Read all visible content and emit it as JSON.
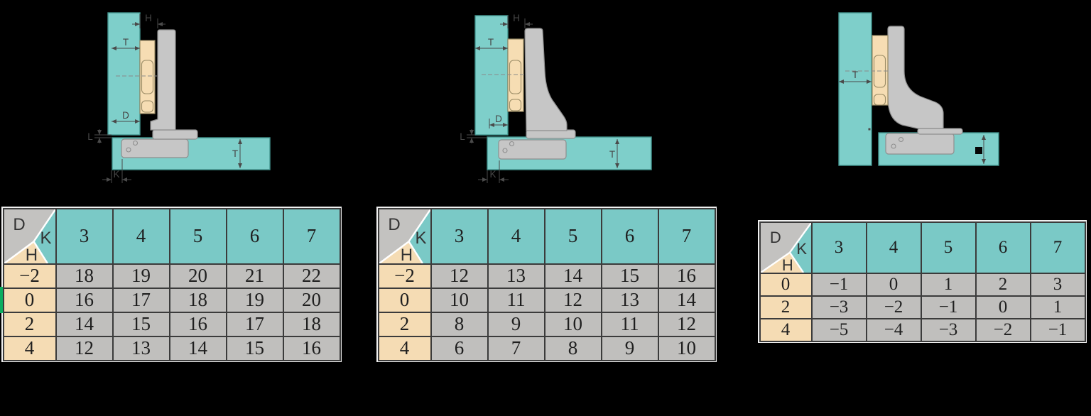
{
  "colors": {
    "background": "#000000",
    "panel_teal": "#7ECFCA",
    "panel_outline": "#43948F",
    "table_teal": "#7AC9C6",
    "table_tan": "#F5DCB4",
    "cell_gray": "#C0BFBD",
    "corner_gray": "#C3C2C0",
    "wood_tan": "#F6DDB3",
    "wood_outline": "#9A8C66",
    "hinge_gray": "#C6C6C6",
    "hinge_outline": "#8E8E8E",
    "dim_line": "#4A4A4A",
    "label_text": "#474747",
    "table_text": "#1F1F1F",
    "grid_border": "#3B3B3B",
    "table_outer": "#F0F0F0",
    "green_marker": "#0BAE60"
  },
  "diagrams": [
    {
      "name": "full-overlay-hinge-section",
      "labels": {
        "h": "H",
        "t_door": "T",
        "d": "D",
        "l": "L",
        "k": "K",
        "t_panel": "T"
      }
    },
    {
      "name": "half-overlay-hinge-section",
      "labels": {
        "h": "H",
        "t_door": "T",
        "d": "D",
        "l": "L",
        "k": "K",
        "t_panel": "T"
      }
    },
    {
      "name": "inset-hinge-section",
      "labels": {
        "t_door": "T"
      }
    }
  ],
  "green_marker": {
    "row_label": "0",
    "color": "#0BAE60"
  },
  "tables": [
    {
      "corner": {
        "d": "D",
        "k": "K",
        "h": "H"
      },
      "columns": [
        "3",
        "4",
        "5",
        "6",
        "7"
      ],
      "rows": [
        {
          "h": "−2",
          "values": [
            "18",
            "19",
            "20",
            "21",
            "22"
          ]
        },
        {
          "h": "0",
          "values": [
            "16",
            "17",
            "18",
            "19",
            "20"
          ]
        },
        {
          "h": "2",
          "values": [
            "14",
            "15",
            "16",
            "17",
            "18"
          ]
        },
        {
          "h": "4",
          "values": [
            "12",
            "13",
            "14",
            "15",
            "16"
          ]
        }
      ]
    },
    {
      "corner": {
        "d": "D",
        "k": "K",
        "h": "H"
      },
      "columns": [
        "3",
        "4",
        "5",
        "6",
        "7"
      ],
      "rows": [
        {
          "h": "−2",
          "values": [
            "12",
            "13",
            "14",
            "15",
            "16"
          ]
        },
        {
          "h": "0",
          "values": [
            "10",
            "11",
            "12",
            "13",
            "14"
          ]
        },
        {
          "h": "2",
          "values": [
            "8",
            "9",
            "10",
            "11",
            "12"
          ]
        },
        {
          "h": "4",
          "values": [
            "6",
            "7",
            "8",
            "9",
            "10"
          ]
        }
      ]
    },
    {
      "corner": {
        "d": "D",
        "k": "K",
        "h": "H"
      },
      "columns": [
        "3",
        "4",
        "5",
        "6",
        "7"
      ],
      "rows": [
        {
          "h": "0",
          "values": [
            "−1",
            "0",
            "1",
            "2",
            "3"
          ]
        },
        {
          "h": "2",
          "values": [
            "−3",
            "−2",
            "−1",
            "0",
            "1"
          ]
        },
        {
          "h": "4",
          "values": [
            "−5",
            "−4",
            "−3",
            "−2",
            "−1"
          ]
        }
      ]
    }
  ]
}
